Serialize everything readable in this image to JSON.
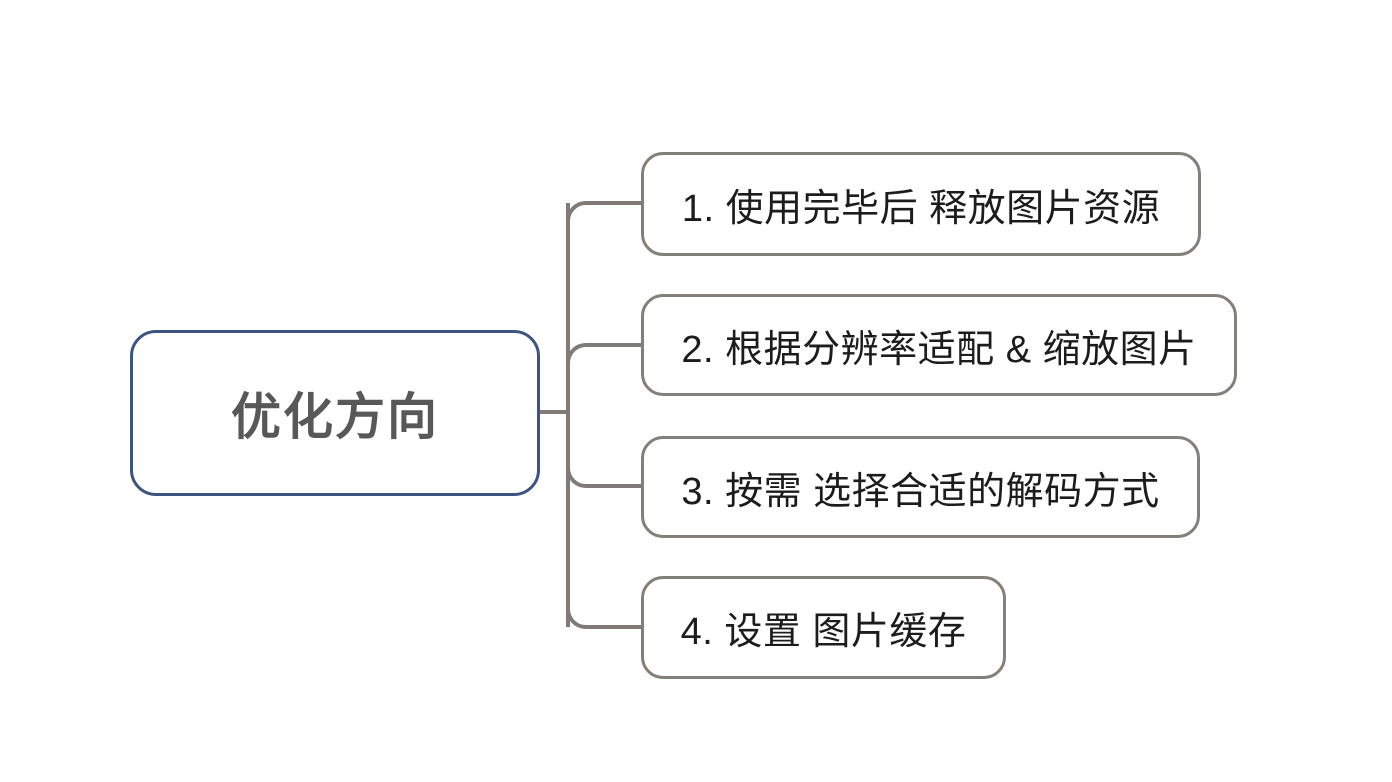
{
  "diagram": {
    "type": "mind-map",
    "title": "优化方向",
    "background_color": "#ffffff",
    "root": {
      "label": "优化方向",
      "border_color": "#3d5480",
      "text_color": "#585858"
    },
    "branch": {
      "line_color": "#807b76",
      "node_border_color": "#847f79",
      "node_text_color": "#1c1c1c"
    },
    "children": [
      {
        "index": "1",
        "label": "1. 使用完毕后 释放图片资源"
      },
      {
        "index": "2",
        "label": "2. 根据分辨率适配 & 缩放图片"
      },
      {
        "index": "3",
        "label": "3. 按需 选择合适的解码方式"
      },
      {
        "index": "4",
        "label": "4. 设置 图片缓存"
      }
    ]
  }
}
